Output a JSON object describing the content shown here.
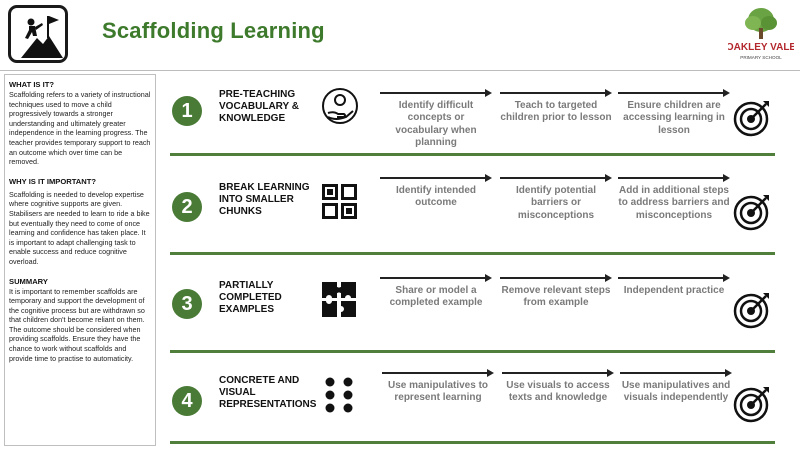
{
  "header": {
    "title": "Scaffolding Learning",
    "school_name": "OAKLEY VALE",
    "school_sub": "PRIMARY SCHOOL"
  },
  "colors": {
    "accent": "#3d7a2c",
    "circle": "#4a7b36",
    "line": "#4f7f3a",
    "step_text": "#7a7a7a"
  },
  "sidebar": {
    "what_heading": "WHAT IS IT?",
    "what_text": "Scaffolding refers to a variety of instructional techniques used to move a child progressively towards a stronger understanding and ultimately greater independence in the learning progress. The teacher provides temporary support to reach an outcome which over time can be removed.",
    "why_heading": "WHY IS IT IMPORTANT?",
    "why_text": "Scaffolding is needed to develop expertise where cognitive supports are given. Stabilisers are needed to learn to ride a bike but eventually they need to come of once learning and confidence has taken place. It is important to adapt challenging task to enable success and reduce cognitive overload.",
    "summary_heading": "SUMMARY",
    "summary_text": "It is important to remember scaffolds are temporary and support the development of the cognitive process but are withdrawn so that children don't become reliant on them. The outcome should be considered when providing scaffolds. Ensure they have the chance to work without scaffolds and provide time to practise to automaticity."
  },
  "rows": [
    {
      "number": "1",
      "title": "PRE-TEACHING VOCABULARY & KNOWLEDGE",
      "icon": "head-hand-icon",
      "steps": [
        "Identify difficult concepts or vocabulary when planning",
        "Teach to targeted children prior to lesson",
        "Ensure children are accessing learning in lesson"
      ]
    },
    {
      "number": "2",
      "title": "BREAK LEARNING INTO SMALLER CHUNKS",
      "icon": "chunks-icon",
      "steps": [
        "Identify intended outcome",
        "Identify potential barriers or misconceptions",
        "Add in additional steps to address barriers and misconceptions"
      ]
    },
    {
      "number": "3",
      "title": "PARTIALLY COMPLETED EXAMPLES",
      "icon": "puzzle-icon",
      "steps": [
        "Share or model a completed example",
        "Remove relevant steps from example",
        "Independent practice"
      ]
    },
    {
      "number": "4",
      "title": "CONCRETE AND VISUAL REPRESENTATIONS",
      "icon": "dots-icon",
      "steps": [
        "Use manipulatives to represent learning",
        "Use visuals to access texts and knowledge",
        "Use manipulatives and visuals independently"
      ]
    }
  ]
}
